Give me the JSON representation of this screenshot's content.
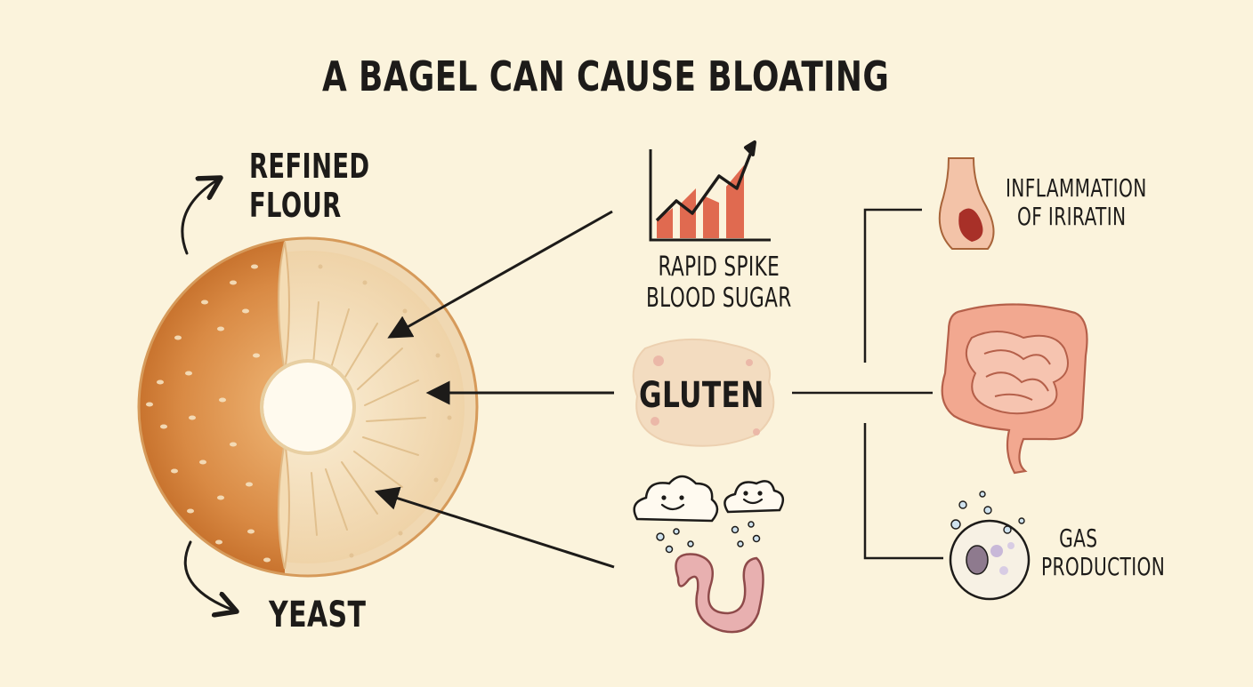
{
  "title": "A BAGEL CAN CAUSE BLOATING",
  "ingredients": {
    "refined_flour": [
      "REFINED",
      "FLOUR"
    ],
    "yeast": "YEAST"
  },
  "effects": {
    "blood_sugar": [
      "RAPID SPIKE",
      "BLOOD SUGAR"
    ],
    "gluten": "GLUTEN",
    "inflammation": [
      "INFLAMMATION",
      "OF IRIRATIN"
    ],
    "gas": [
      "GAS",
      "PRODUCTION"
    ]
  },
  "icons": [
    "bagel-icon",
    "rising-chart-icon",
    "dough-blob-icon",
    "gas-clouds-icon",
    "gut-bacteria-icon",
    "inflamed-tract-icon",
    "intestines-icon",
    "microbe-bubble-icon"
  ],
  "colors": {
    "background": "#fbf3dc",
    "crust": "#d6843e",
    "crumb": "#f4dcb4",
    "chart_bars": "#e06a50",
    "intestine": "#f2a890",
    "ink": "#1d1b19"
  }
}
